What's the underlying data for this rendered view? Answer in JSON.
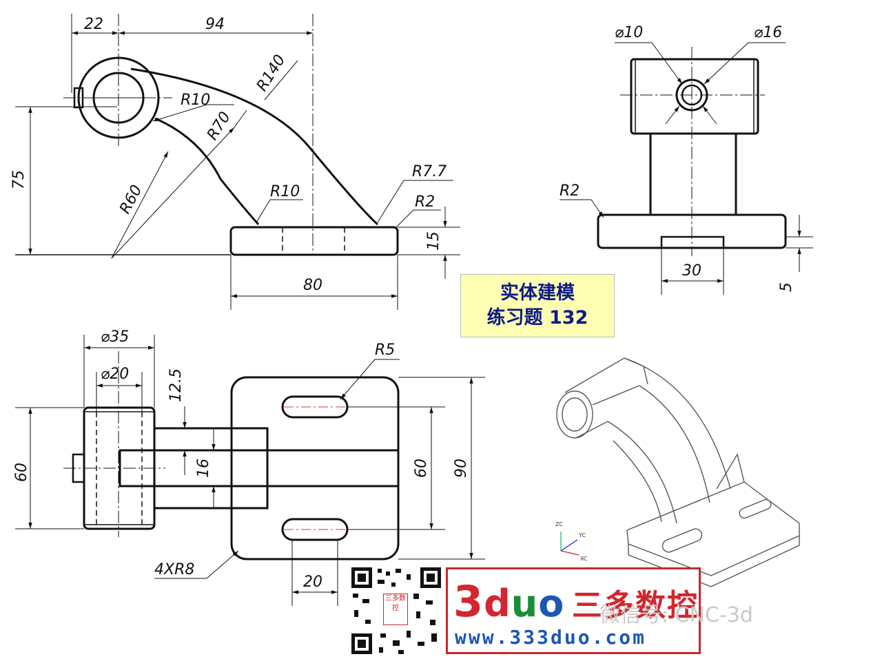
{
  "title": {
    "line1": "实体建模",
    "line2": "练习题 132"
  },
  "dimensions": {
    "d22": "22",
    "d94": "94",
    "r140": "R140",
    "r10a": "R10",
    "r70": "R70",
    "d75": "75",
    "r60": "R60",
    "r10b": "R10",
    "r7_7": "R7.7",
    "r2a": "R2",
    "d15": "15",
    "d80": "80",
    "phi10": "⌀10",
    "phi16": "⌀16",
    "r2b": "R2",
    "d30": "30",
    "d5": "5",
    "phi35": "⌀35",
    "phi20": "⌀20",
    "d12_5": "12.5",
    "r5": "R5",
    "d60a": "60",
    "d16": "16",
    "d60b": "60",
    "d90": "90",
    "r8x4": "4XR8",
    "d20": "20"
  },
  "axes": {
    "zc": "ZC",
    "yc": "YC",
    "xc": "XC"
  },
  "logo": {
    "brand_3": "3",
    "brand_d": "d",
    "brand_u": "u",
    "brand_o": "o",
    "brand_cn": "三多数控",
    "site": "www.333duo.com"
  },
  "qr_stamp": "三多数控",
  "wechat": "微信号: CNC-3d",
  "colors": {
    "title_bg": "#ffffb4",
    "title_text": "#0b1a87",
    "logo_red": "#d3262e",
    "logo_blue": "#1d56b5",
    "logo_green": "#1a8d3a"
  }
}
